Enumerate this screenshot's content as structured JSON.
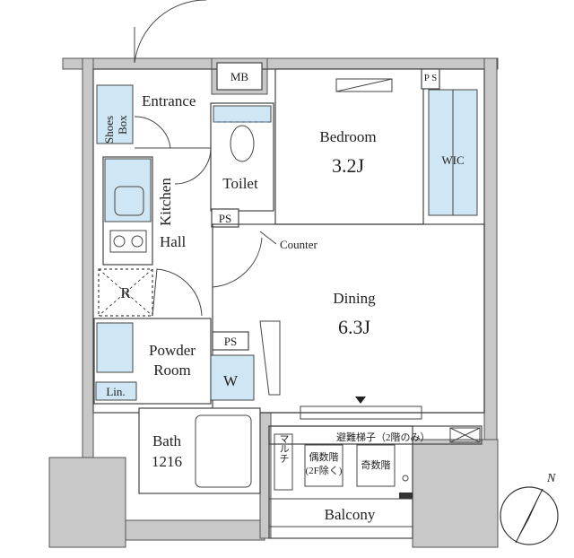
{
  "rooms": {
    "entrance": "Entrance",
    "shoes_box_1": "Shoes",
    "shoes_box_2": "Box",
    "mb": "MB",
    "toilet": "Toilet",
    "ps_top": "PS",
    "ps_small": "P S",
    "bedroom": "Bedroom",
    "bedroom_size": "3.2J",
    "wic": "WIC",
    "kitchen": "Kitchen",
    "hall": "Hall",
    "refrigerator": "R",
    "counter": "Counter",
    "dining": "Dining",
    "dining_size": "6.3J",
    "powder_room_1": "Powder",
    "powder_room_2": "Room",
    "ps_mid": "PS",
    "washer": "W",
    "linen": "Lin.",
    "bath": "Bath",
    "bath_size": "1216",
    "balcony": "Balcony",
    "evac_ladder": "避難梯子（2階のみ）",
    "multi": "マルチ",
    "even_floor_1": "偶数階",
    "even_floor_2": "(2F除く)",
    "odd_floor": "奇数階",
    "north": "N"
  }
}
